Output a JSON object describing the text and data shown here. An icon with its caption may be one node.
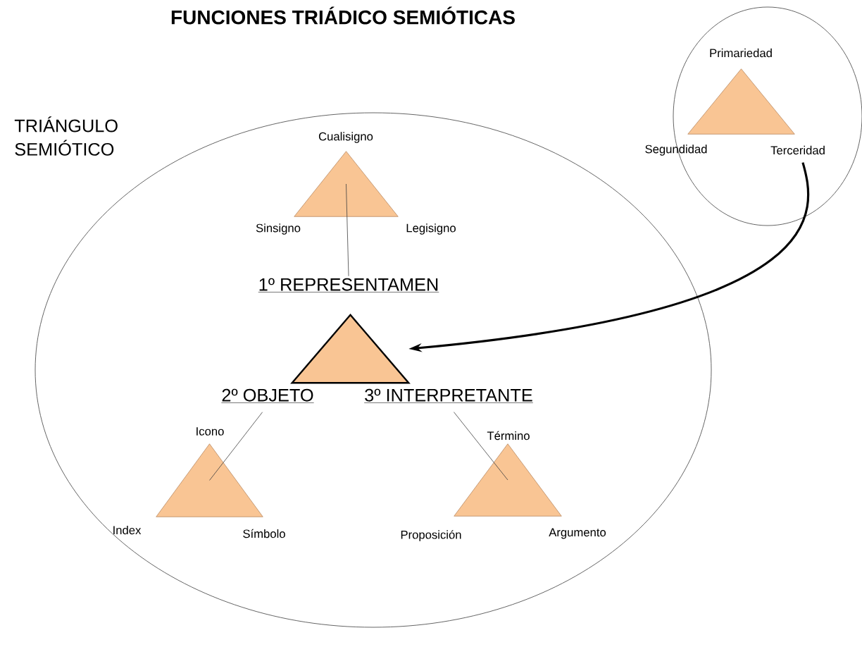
{
  "diagram": {
    "title": "FUNCIONES TRIÁDICO SEMIÓTICAS",
    "nodes": [
      {
        "text": [
          "TRIÁNGULO SEMIÓTICO"
        ]
      },
      {
        "text": [],
        "shape": "triangle",
        "in": 0,
        "beside": [
          "Cualisigno",
          "Sinsigno",
          "Legisigno"
        ]
      },
      {
        "text": [
          "1º REPRESENTAMEN"
        ],
        "in": 0
      },
      {
        "text": [],
        "shape": "triangle",
        "in": 0
      },
      {
        "text": [
          "2º OBJETO"
        ],
        "in": 0
      },
      {
        "text": [
          "3º INTERPRETANTE"
        ],
        "in": 0
      },
      {
        "text": [],
        "shape": "triangle",
        "in": 0,
        "beside": [
          "Icono",
          "Index",
          "Símbolo"
        ]
      },
      {
        "text": [],
        "shape": "triangle",
        "in": 0,
        "beside": [
          "Término",
          "Proposición",
          "Argumento"
        ]
      },
      {
        "text": [],
        "shape": "circle"
      },
      {
        "text": [],
        "shape": "triangle",
        "in": 8,
        "beside": [
          "Primariedad",
          "Segundidad",
          "Terceridad"
        ]
      }
    ],
    "edges": [
      {
        "from": 1,
        "to": 2,
        "arrow": "none"
      },
      {
        "from": 4,
        "to": 6,
        "arrow": "none"
      },
      {
        "from": 5,
        "to": 7,
        "arrow": "none"
      },
      {
        "from": 9,
        "to": 3,
        "arrow": "to",
        "style": "thick"
      }
    ]
  }
}
